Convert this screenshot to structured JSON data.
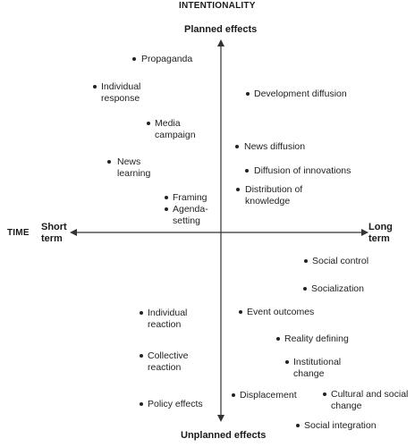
{
  "titles": {
    "vertical_axis": "INTENTIONALITY",
    "horizontal_axis": "TIME"
  },
  "poles": {
    "top": "Planned effects",
    "bottom": "Unplanned effects",
    "left": "Short\nterm",
    "right": "Long\nterm"
  },
  "items": [
    {
      "label": "Propaganda"
    },
    {
      "label": "Individual\nresponse"
    },
    {
      "label": "Media\ncampaign"
    },
    {
      "label": "News\nlearning"
    },
    {
      "label": "Framing"
    },
    {
      "label": "Agenda-\nsetting"
    },
    {
      "label": "Development diffusion"
    },
    {
      "label": "News diffusion"
    },
    {
      "label": "Diffusion of innovations"
    },
    {
      "label": "Distribution of\nknowledge"
    },
    {
      "label": "Social control"
    },
    {
      "label": "Socialization"
    },
    {
      "label": "Individual\nreaction"
    },
    {
      "label": "Collective\nreaction"
    },
    {
      "label": "Policy effects"
    },
    {
      "label": "Event outcomes"
    },
    {
      "label": "Reality defining"
    },
    {
      "label": "Institutional\nchange"
    },
    {
      "label": "Displacement"
    },
    {
      "label": "Cultural and social\nchange"
    },
    {
      "label": "Social integration"
    }
  ]
}
